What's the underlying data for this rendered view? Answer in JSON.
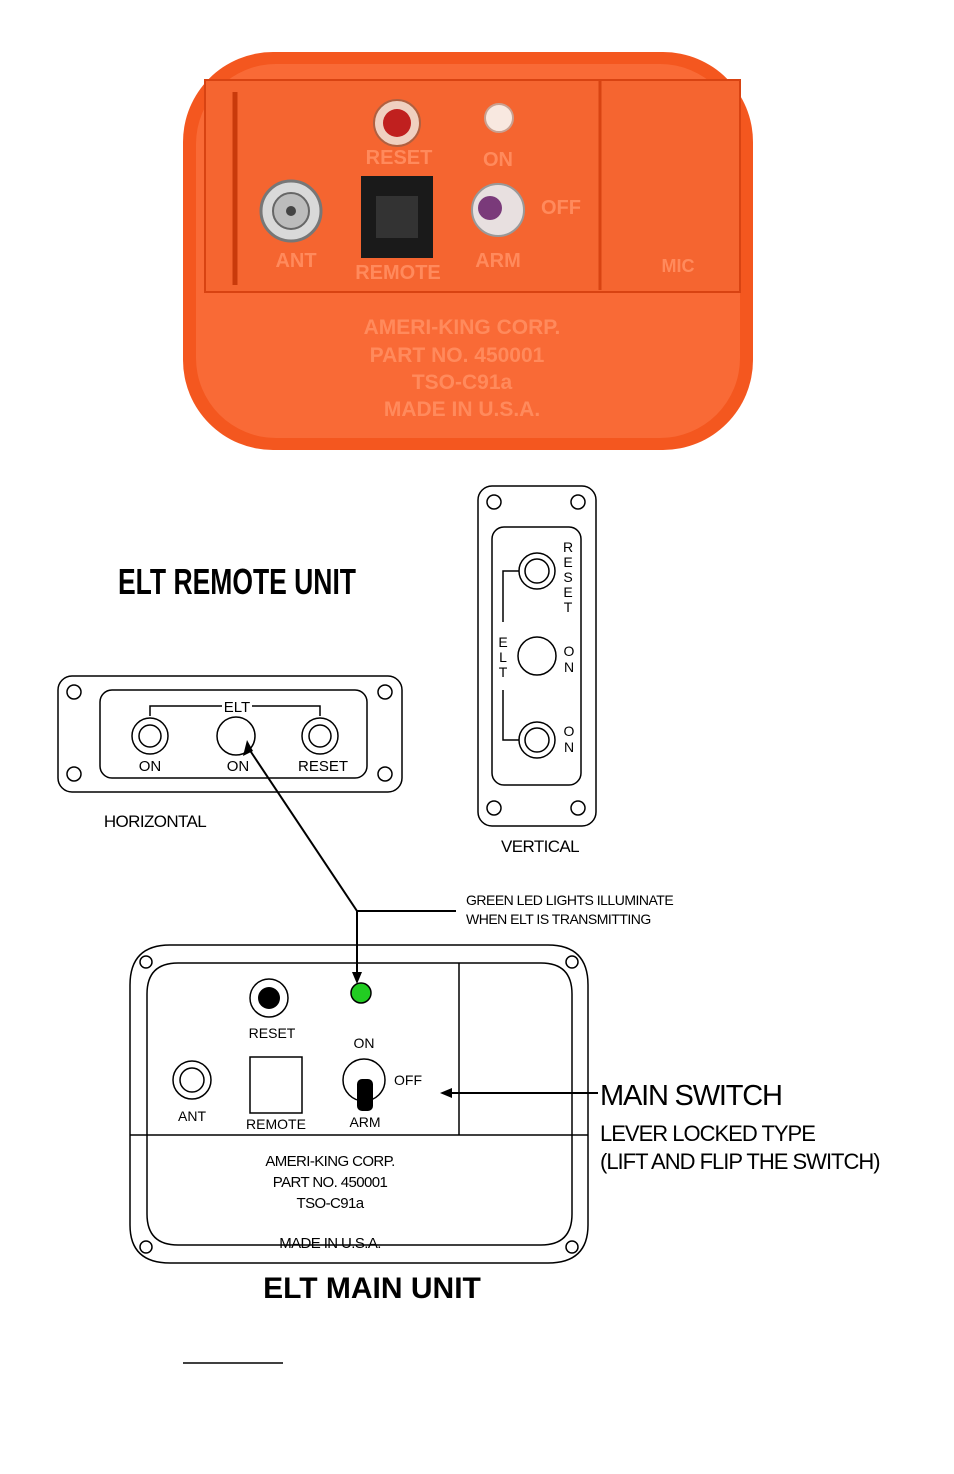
{
  "photo": {
    "labels": {
      "reset": "RESET",
      "on": "ON",
      "off": "OFF",
      "ant": "ANT",
      "remote": "REMOTE",
      "arm": "ARM",
      "mic": "MIC"
    },
    "plate": [
      "AMERI-KING CORP.",
      "PART NO. 450001",
      "TSO-C91a",
      "MADE IN U.S.A."
    ]
  },
  "remote_unit": {
    "title": "ELT REMOTE UNIT",
    "horizontal": {
      "caption": "HORIZONTAL",
      "elt": "ELT",
      "on_left": "ON",
      "on_center": "ON",
      "reset": "RESET"
    },
    "vertical": {
      "caption": "VERTICAL",
      "reset_letters": [
        "R",
        "E",
        "S",
        "E",
        "T"
      ],
      "elt_letters": [
        "E",
        "L",
        "T"
      ],
      "on_mid_letters": [
        "O",
        "N"
      ],
      "on_bottom_letters": [
        "O",
        "N"
      ]
    }
  },
  "callout": {
    "line1": "GREEN LED LIGHTS ILLUMINATE",
    "line2": "WHEN ELT IS TRANSMITTING"
  },
  "main_unit": {
    "title": "ELT MAIN UNIT",
    "labels": {
      "reset": "RESET",
      "on": "ON",
      "off": "OFF",
      "ant": "ANT",
      "remote": "REMOTE",
      "arm": "ARM"
    },
    "plate": [
      "AMERI-KING CORP.",
      "PART NO. 450001",
      "TSO-C91a",
      "MADE IN U.S.A."
    ],
    "main_switch": {
      "title": "MAIN SWITCH",
      "line1": "LEVER LOCKED TYPE",
      "line2": "(LIFT AND FLIP THE SWITCH)"
    }
  },
  "colors": {
    "housing_orange": "#f4571f",
    "led_green": "#22cc22"
  }
}
